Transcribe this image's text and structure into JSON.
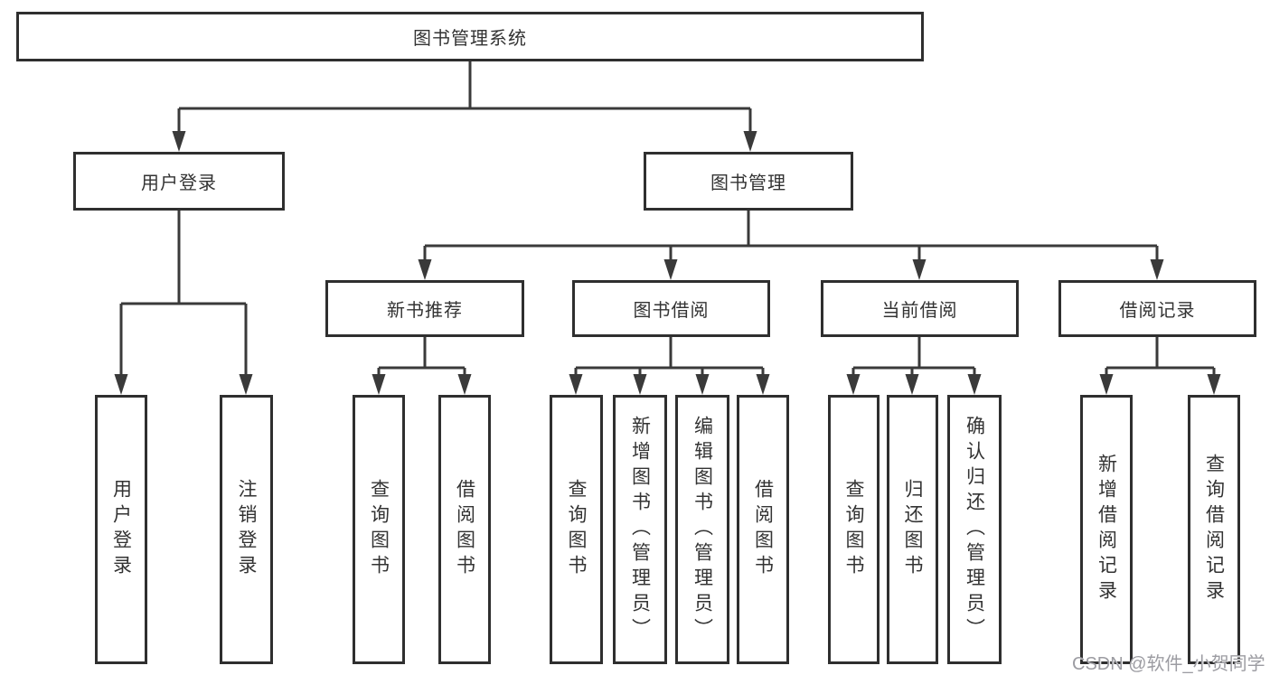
{
  "root": {
    "label": "图书管理系统"
  },
  "level1": [
    {
      "id": "user-login",
      "label": "用户登录"
    },
    {
      "id": "book-management",
      "label": "图书管理"
    }
  ],
  "level2": [
    {
      "id": "new-book-recommend",
      "label": "新书推荐"
    },
    {
      "id": "book-borrow",
      "label": "图书借阅"
    },
    {
      "id": "current-borrow",
      "label": "当前借阅"
    },
    {
      "id": "borrow-record",
      "label": "借阅记录"
    }
  ],
  "leaves": {
    "user_login": [
      {
        "label": "用户登录"
      },
      {
        "label": "注销登录"
      }
    ],
    "new_book_recommend": [
      {
        "label": "查询图书"
      },
      {
        "label": "借阅图书"
      }
    ],
    "book_borrow": [
      {
        "label": "查询图书"
      },
      {
        "label": "新增图书（管理员）"
      },
      {
        "label": "编辑图书（管理员）"
      },
      {
        "label": "借阅图书"
      }
    ],
    "current_borrow": [
      {
        "label": "查询图书"
      },
      {
        "label": "归还图书"
      },
      {
        "label": "确认归还（管理员）"
      }
    ],
    "borrow_record": [
      {
        "label": "新增借阅记录"
      },
      {
        "label": "查询借阅记录"
      }
    ]
  },
  "watermark": {
    "text": "CSDN @软件_小贺同学"
  },
  "colors": {
    "line": "#3a3a3a",
    "box_border": "#2f2f2f",
    "text": "#333333",
    "background": "#ffffff",
    "watermark": "#9c9ca2"
  }
}
